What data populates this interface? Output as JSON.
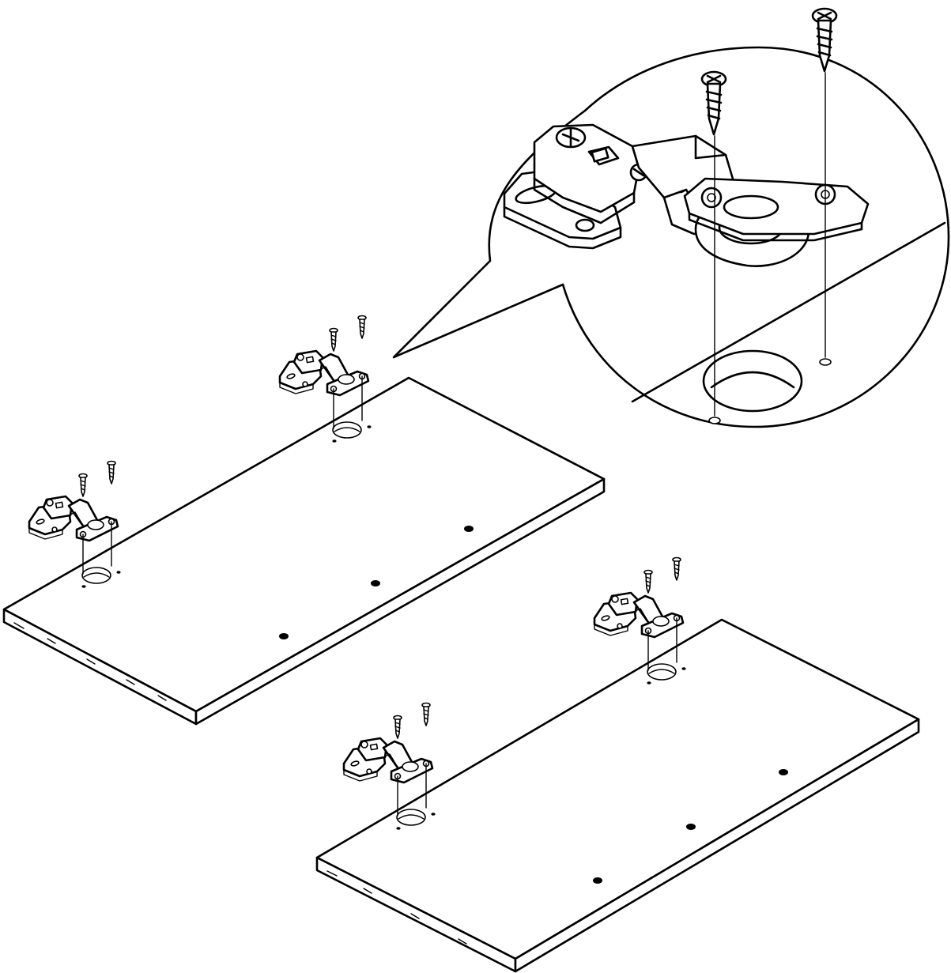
{
  "figure": {
    "type": "assembly-instruction",
    "line_color": "#000000",
    "background_color": "#ffffff"
  },
  "panels": [
    {
      "name": "upper-door-panel",
      "shelf_pin_holes": 3,
      "hinges": 2
    },
    {
      "name": "lower-door-panel",
      "shelf_pin_holes": 3,
      "hinges": 2
    }
  ],
  "detail_view": {
    "name": "hinge-detail-callout",
    "parts": [
      "concealed-hinge",
      "hinge-cup",
      "mounting-plate",
      "wood-screw",
      "wood-screw"
    ]
  },
  "icons": [
    "hinge-icon",
    "screw-icon",
    "drill-hole-icon",
    "magnifier-callout-icon"
  ]
}
